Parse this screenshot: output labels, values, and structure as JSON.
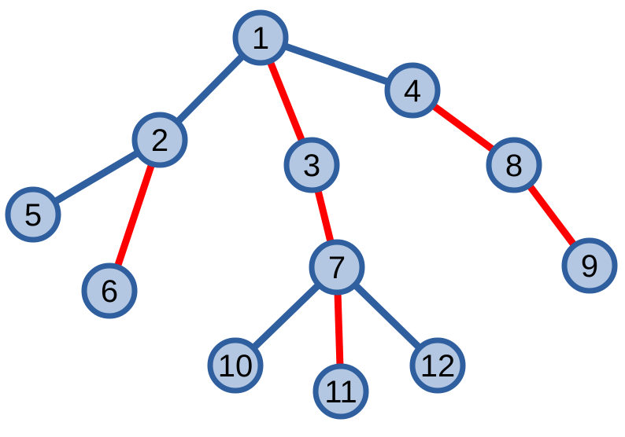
{
  "colors": {
    "node_fill": "#b4c7e2",
    "node_stroke": "#2f5f9e",
    "edge_normal": "#2f5f9e",
    "edge_highlight": "#ff0000"
  },
  "nodes": [
    {
      "id": "1",
      "label": "1"
    },
    {
      "id": "2",
      "label": "2"
    },
    {
      "id": "3",
      "label": "3"
    },
    {
      "id": "4",
      "label": "4"
    },
    {
      "id": "5",
      "label": "5"
    },
    {
      "id": "6",
      "label": "6"
    },
    {
      "id": "7",
      "label": "7"
    },
    {
      "id": "8",
      "label": "8"
    },
    {
      "id": "9",
      "label": "9"
    },
    {
      "id": "10",
      "label": "10"
    },
    {
      "id": "11",
      "label": "11"
    },
    {
      "id": "12",
      "label": "12"
    }
  ],
  "edges": [
    {
      "from": "1",
      "to": "2",
      "highlighted": false
    },
    {
      "from": "1",
      "to": "3",
      "highlighted": true
    },
    {
      "from": "1",
      "to": "4",
      "highlighted": false
    },
    {
      "from": "2",
      "to": "5",
      "highlighted": false
    },
    {
      "from": "2",
      "to": "6",
      "highlighted": true
    },
    {
      "from": "3",
      "to": "7",
      "highlighted": true
    },
    {
      "from": "4",
      "to": "8",
      "highlighted": true
    },
    {
      "from": "8",
      "to": "9",
      "highlighted": true
    },
    {
      "from": "7",
      "to": "10",
      "highlighted": false
    },
    {
      "from": "7",
      "to": "11",
      "highlighted": true
    },
    {
      "from": "7",
      "to": "12",
      "highlighted": false
    }
  ]
}
